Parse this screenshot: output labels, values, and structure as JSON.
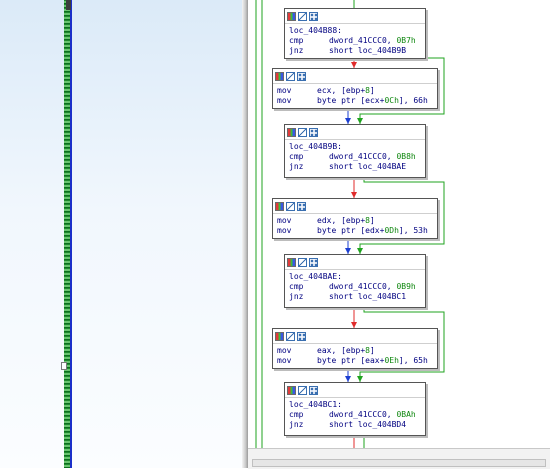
{
  "colors": {
    "left_pane_top": "#dbeaf8",
    "edge_true": "#1fa31f",
    "edge_false": "#e02b2b",
    "edge_uncond": "#1c3fd1",
    "number": "#118811",
    "code_text": "#000080"
  },
  "node_icons": [
    "color-icon",
    "chart-icon",
    "graph-icon"
  ],
  "nodes": [
    {
      "id": "n1",
      "lines": [
        {
          "label": "loc_404B88:"
        },
        {
          "mnem": "cmp",
          "ops": "dword_41CCC0, ",
          "num": "0B7h"
        },
        {
          "mnem": "jnz",
          "ops": "short loc_404B9B"
        }
      ]
    },
    {
      "id": "n2",
      "lines": [
        {
          "mnem": "mov",
          "ops": "ecx, [ebp+",
          "num": "8",
          "tail": "]"
        },
        {
          "mnem": "mov",
          "ops": "byte ptr [ecx+",
          "num": "0Ch",
          "tail": "], 66h"
        }
      ]
    },
    {
      "id": "n3",
      "lines": [
        {
          "label": "loc_404B9B:"
        },
        {
          "mnem": "cmp",
          "ops": "dword_41CCC0, ",
          "num": "0B8h"
        },
        {
          "mnem": "jnz",
          "ops": "short loc_404BAE"
        }
      ]
    },
    {
      "id": "n4",
      "lines": [
        {
          "mnem": "mov",
          "ops": "edx, [ebp+",
          "num": "8",
          "tail": "]"
        },
        {
          "mnem": "mov",
          "ops": "byte ptr [edx+",
          "num": "0Dh",
          "tail": "], 53h"
        }
      ]
    },
    {
      "id": "n5",
      "lines": [
        {
          "label": "loc_404BAE:"
        },
        {
          "mnem": "cmp",
          "ops": "dword_41CCC0, ",
          "num": "0B9h"
        },
        {
          "mnem": "jnz",
          "ops": "short loc_404BC1"
        }
      ]
    },
    {
      "id": "n6",
      "lines": [
        {
          "mnem": "mov",
          "ops": "eax, [ebp+",
          "num": "8",
          "tail": "]"
        },
        {
          "mnem": "mov",
          "ops": "byte ptr [eax+",
          "num": "0Eh",
          "tail": "], 65h"
        }
      ]
    },
    {
      "id": "n7",
      "lines": [
        {
          "label": "loc_404BC1:"
        },
        {
          "mnem": "cmp",
          "ops": "dword_41CCC0, ",
          "num": "0BAh"
        },
        {
          "mnem": "jnz",
          "ops": "short loc_404BD4"
        }
      ]
    }
  ]
}
